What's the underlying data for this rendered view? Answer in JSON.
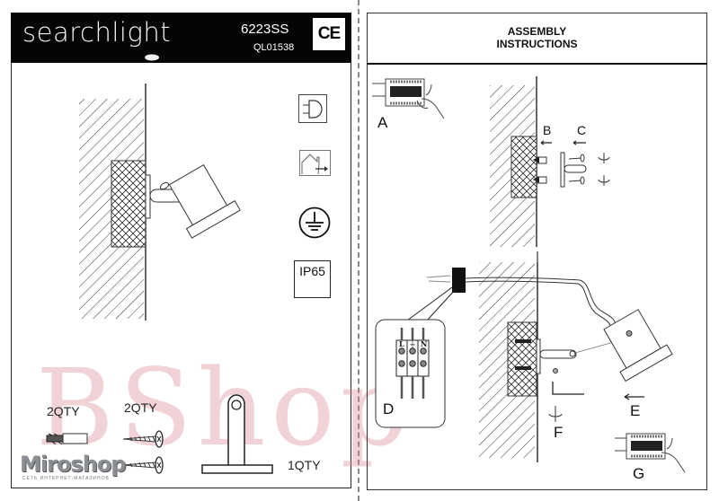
{
  "left_page": {
    "brand": "searchlight",
    "model_number": "6223SS",
    "product_code": "QL01538",
    "certification_mark": "CE",
    "symbols": [
      {
        "name": "class-ii-plug-icon"
      },
      {
        "name": "indoor-outdoor-use-icon"
      },
      {
        "name": "earth-ground-icon"
      },
      {
        "name": "ip-rating",
        "label": "IP65"
      }
    ],
    "parts": [
      {
        "item": "wall-plug",
        "qty_label": "2QTY"
      },
      {
        "item": "screw",
        "qty_label": "2QTY"
      },
      {
        "item": "mounting-bracket",
        "qty_label": "1QTY"
      }
    ]
  },
  "right_page": {
    "title_line1": "ASSEMBLY",
    "title_line2": "INSTRUCTIONS",
    "steps": [
      "A",
      "B",
      "C",
      "D",
      "E",
      "F",
      "G"
    ],
    "terminal_labels": [
      "L",
      "⏚",
      "N"
    ]
  },
  "watermarks": {
    "overlay_text": "BShop",
    "logo_text": "Miroshop",
    "logo_subtext": "СЕТЬ ИНТЕРНЕТ-МАГАЗИНОВ"
  },
  "colors": {
    "header_bg": "#050505",
    "line": "#222222",
    "watermark": "#d7828c"
  }
}
